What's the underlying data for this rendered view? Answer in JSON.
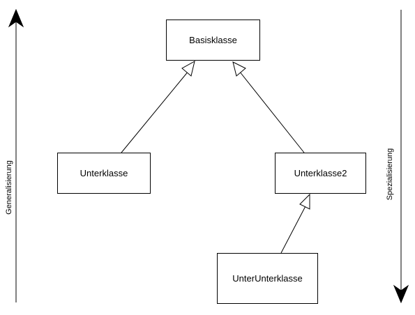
{
  "nodes": {
    "basisklasse": "Basisklasse",
    "unterklasse": "Unterklasse",
    "unterklasse2": "Unterklasse2",
    "unterunterklasse": "UnterUnterklasse"
  },
  "axes": {
    "left_label": "Generalisierung",
    "right_label": "Spezialisierung"
  },
  "colors": {
    "stroke": "#000000",
    "fill": "#ffffff"
  }
}
